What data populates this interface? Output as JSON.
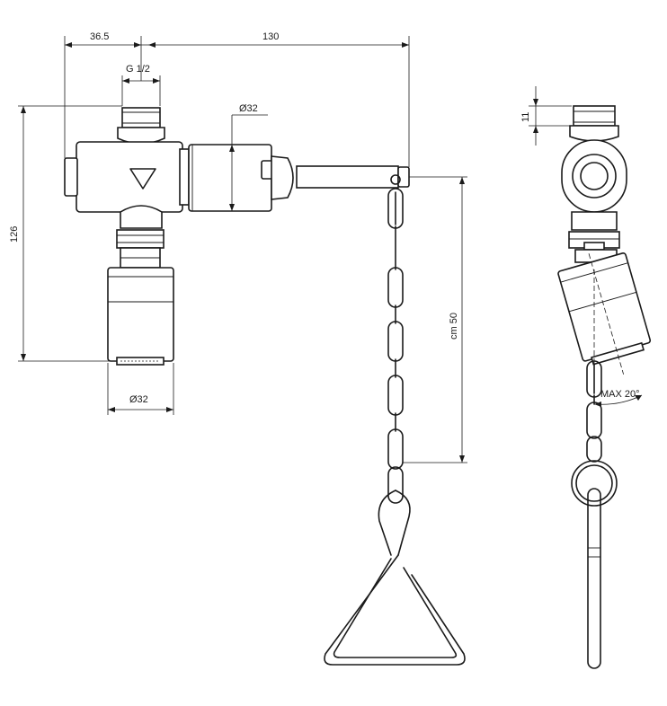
{
  "dimensions": {
    "width_left": "36.5",
    "width_total": "130",
    "thread": "G 1/2",
    "diameter_handle": "Ø32",
    "height": "126",
    "diameter_head": "Ø32",
    "chain_length": "cm 50",
    "side_offset": "11",
    "tilt": "MAX 20°"
  },
  "colors": {
    "line": "#1a1a1a",
    "background": "#ffffff"
  }
}
